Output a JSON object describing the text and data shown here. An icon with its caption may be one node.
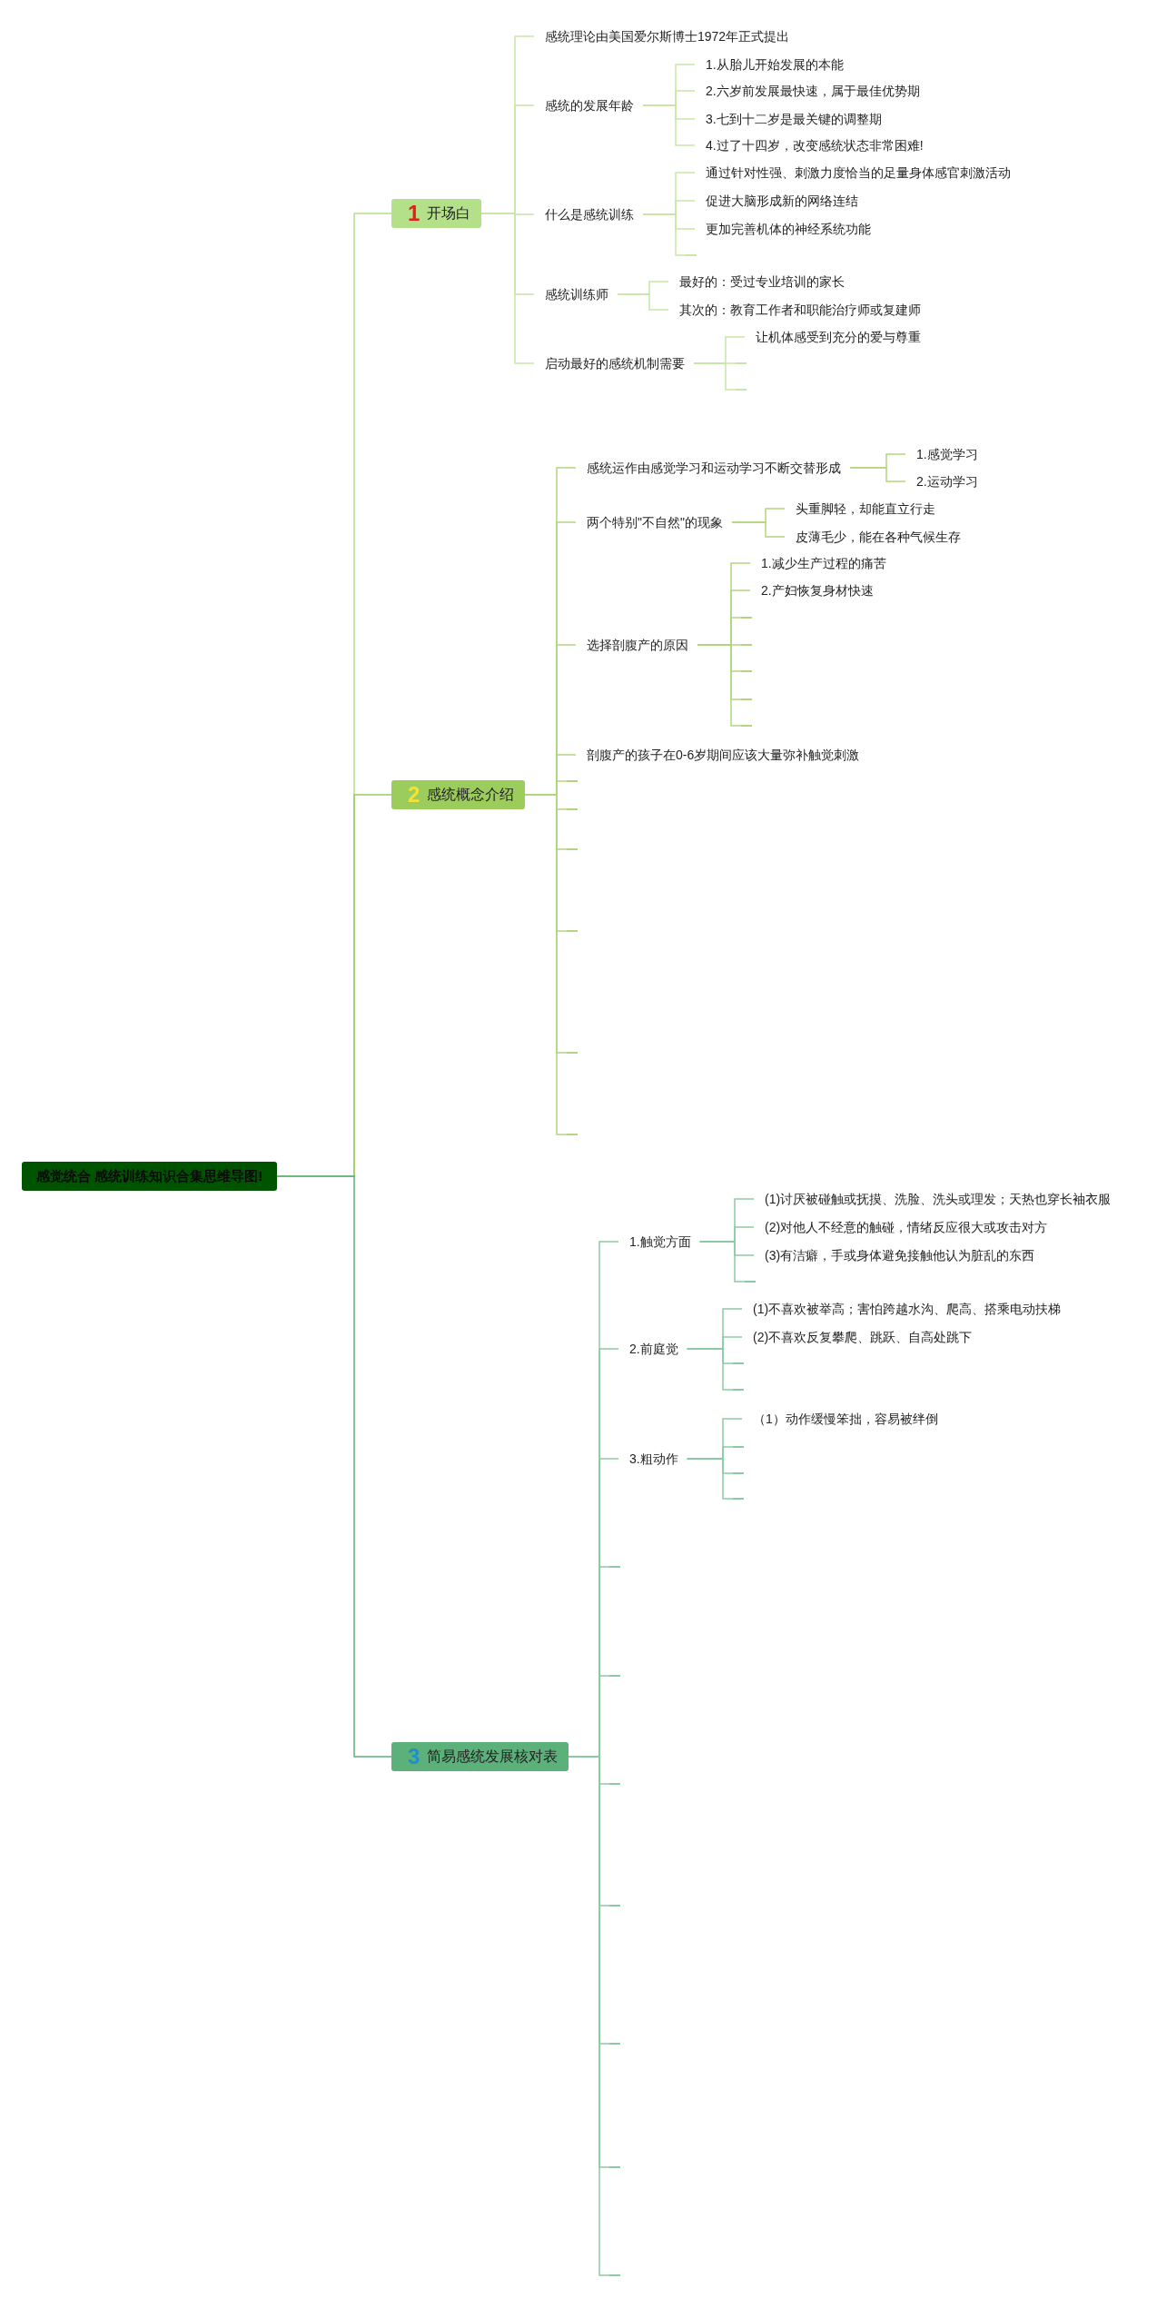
{
  "diagram": {
    "nodes": [
      {
        "text": [
          "感觉统合 感统训练知识合集思维导图!"
        ]
      },
      {
        "text": [
          "1",
          "开场白"
        ]
      },
      {
        "text": [
          "感统理论由美国爱尔斯博士1972年正式提出"
        ]
      },
      {
        "text": [
          "感统的发展年龄"
        ]
      },
      {
        "text": [
          "1.从胎儿开始发展的本能"
        ]
      },
      {
        "text": [
          "2.六岁前发展最快速，属于最佳优势期"
        ]
      },
      {
        "text": [
          "3.七到十二岁是最关键的调整期"
        ]
      },
      {
        "text": [
          "4.过了十四岁，改变感统状态非常困难!"
        ]
      },
      {
        "text": [
          "什么是感统训练"
        ]
      },
      {
        "text": [
          "通过针对性强、刺激力度恰当的足量身体感官刺激活动"
        ]
      },
      {
        "text": [
          "促进大脑形成新的网络连结"
        ]
      },
      {
        "text": [
          "更加完善机体的神经系统功能"
        ]
      },
      {
        "text": [
          "感统训练师"
        ]
      },
      {
        "text": [
          "最好的：受过专业培训的家长"
        ]
      },
      {
        "text": [
          "其次的：教育工作者和职能治疗师或复建师"
        ]
      },
      {
        "text": [
          "启动最好的感统机制需要"
        ]
      },
      {
        "text": [
          "让机体感受到充分的爱与尊重"
        ]
      },
      {
        "text": [
          "2",
          "感统概念介绍"
        ]
      },
      {
        "text": [
          "感统运作由感觉学习和运动学习不断交替形成"
        ]
      },
      {
        "text": [
          "1.感觉学习"
        ]
      },
      {
        "text": [
          "2.运动学习"
        ]
      },
      {
        "text": [
          "两个特别\"不自然\"的现象"
        ]
      },
      {
        "text": [
          "头重脚轻，却能直立行走"
        ]
      },
      {
        "text": [
          "皮薄毛少，能在各种气候生存"
        ]
      },
      {
        "text": [
          "选择剖腹产的原因"
        ]
      },
      {
        "text": [
          "1.减少生产过程的痛苦"
        ]
      },
      {
        "text": [
          "2.产妇恢复身材快速"
        ]
      },
      {
        "text": [
          "剖腹产的孩子在0-6岁期间应该大量弥补触觉刺激"
        ]
      },
      {
        "text": [
          "3",
          "简易感统发展核对表"
        ]
      },
      {
        "text": [
          "1.触觉方面"
        ]
      },
      {
        "text": [
          "(1)讨厌被碰触或抚摸、洗脸、洗头或理发；天热也穿长袖衣服"
        ]
      },
      {
        "text": [
          "(2)对他人不经意的触碰，情绪反应很大或攻击对方"
        ]
      },
      {
        "text": [
          "(3)有洁癖，手或身体避免接触他认为脏乱的东西"
        ]
      },
      {
        "text": [
          "2.前庭觉"
        ]
      },
      {
        "text": [
          "(1)不喜欢被举高；害怕跨越水沟、爬高、搭乘电动扶梯"
        ]
      },
      {
        "text": [
          "(2)不喜欢反复攀爬、跳跃、自高处跳下"
        ]
      },
      {
        "text": [
          "3.粗动作"
        ]
      },
      {
        "text": [
          "（1）动作缓慢笨拙，容易被绊倒"
        ]
      },
      {
        "text": [],
        "shape": "bar"
      },
      {
        "text": [],
        "shape": "bar"
      },
      {
        "text": [],
        "shape": "bar"
      },
      {
        "text": [],
        "shape": "bar"
      },
      {
        "text": [],
        "shape": "bar"
      },
      {
        "text": [],
        "shape": "bar"
      },
      {
        "text": [],
        "shape": "bar"
      },
      {
        "text": [],
        "shape": "bar"
      },
      {
        "text": [],
        "shape": "bar"
      },
      {
        "text": [],
        "shape": "bar"
      },
      {
        "text": [],
        "shape": "bar"
      },
      {
        "text": [],
        "shape": "bar"
      },
      {
        "text": [],
        "shape": "bar"
      },
      {
        "text": [],
        "shape": "bar"
      },
      {
        "text": [],
        "shape": "bar"
      },
      {
        "text": [],
        "shape": "bar"
      },
      {
        "text": [],
        "shape": "bar"
      },
      {
        "text": [],
        "shape": "bar"
      },
      {
        "text": [],
        "shape": "bar"
      },
      {
        "text": [],
        "shape": "bar"
      },
      {
        "text": [],
        "shape": "bar"
      },
      {
        "text": [],
        "shape": "bar"
      },
      {
        "text": [],
        "shape": "bar"
      },
      {
        "text": [],
        "shape": "bar"
      },
      {
        "text": [],
        "shape": "bar"
      },
      {
        "text": [],
        "shape": "bar"
      },
      {
        "text": [],
        "shape": "bar"
      }
    ],
    "edges": [
      {
        "from": 0,
        "to": 1,
        "arrow": "none",
        "color": "#b5df8a"
      },
      {
        "from": 0,
        "to": 17,
        "arrow": "none",
        "color": "#9ccc5c"
      },
      {
        "from": 0,
        "to": 28,
        "arrow": "none",
        "color": "#5fae7d"
      },
      {
        "from": 1,
        "to": 2,
        "arrow": "none",
        "color": "#c8e6a8"
      },
      {
        "from": 1,
        "to": 3,
        "arrow": "none",
        "color": "#c8e6a8"
      },
      {
        "from": 1,
        "to": 8,
        "arrow": "none",
        "color": "#c8e6a8"
      },
      {
        "from": 1,
        "to": 12,
        "arrow": "none",
        "color": "#c8e6a8"
      },
      {
        "from": 1,
        "to": 15,
        "arrow": "none",
        "color": "#c8e6a8"
      },
      {
        "from": 3,
        "to": 4,
        "arrow": "none",
        "color": "#c8e6a8"
      },
      {
        "from": 3,
        "to": 5,
        "arrow": "none",
        "color": "#c8e6a8"
      },
      {
        "from": 3,
        "to": 6,
        "arrow": "none",
        "color": "#c8e6a8"
      },
      {
        "from": 3,
        "to": 7,
        "arrow": "none",
        "color": "#c8e6a8"
      },
      {
        "from": 8,
        "to": 9,
        "arrow": "none",
        "color": "#c8e6a8"
      },
      {
        "from": 8,
        "to": 10,
        "arrow": "none",
        "color": "#c8e6a8"
      },
      {
        "from": 8,
        "to": 11,
        "arrow": "none",
        "color": "#c8e6a8"
      },
      {
        "from": 8,
        "to": 38,
        "arrow": "none",
        "color": "#c8e6a8"
      },
      {
        "from": 12,
        "to": 13,
        "arrow": "none",
        "color": "#c8e6a8"
      },
      {
        "from": 12,
        "to": 14,
        "arrow": "none",
        "color": "#c8e6a8"
      },
      {
        "from": 15,
        "to": 16,
        "arrow": "none",
        "color": "#c8e6a8"
      },
      {
        "from": 15,
        "to": 39,
        "arrow": "none",
        "color": "#c8e6a8"
      },
      {
        "from": 15,
        "to": 40,
        "arrow": "none",
        "color": "#c8e6a8"
      },
      {
        "from": 17,
        "to": 18,
        "arrow": "none",
        "color": "#b2d67f"
      },
      {
        "from": 17,
        "to": 21,
        "arrow": "none",
        "color": "#b2d67f"
      },
      {
        "from": 17,
        "to": 24,
        "arrow": "none",
        "color": "#b2d67f"
      },
      {
        "from": 17,
        "to": 27,
        "arrow": "none",
        "color": "#b2d67f"
      },
      {
        "from": 17,
        "to": 41,
        "arrow": "none",
        "color": "#b2d67f"
      },
      {
        "from": 17,
        "to": 42,
        "arrow": "none",
        "color": "#b2d67f"
      },
      {
        "from": 17,
        "to": 43,
        "arrow": "none",
        "color": "#b2d67f"
      },
      {
        "from": 17,
        "to": 44,
        "arrow": "none",
        "color": "#b2d67f"
      },
      {
        "from": 17,
        "to": 45,
        "arrow": "none",
        "color": "#b2d67f"
      },
      {
        "from": 17,
        "to": 46,
        "arrow": "none",
        "color": "#b2d67f"
      },
      {
        "from": 18,
        "to": 19,
        "arrow": "none",
        "color": "#b2d67f"
      },
      {
        "from": 18,
        "to": 20,
        "arrow": "none",
        "color": "#b2d67f"
      },
      {
        "from": 21,
        "to": 22,
        "arrow": "none",
        "color": "#b2d67f"
      },
      {
        "from": 21,
        "to": 23,
        "arrow": "none",
        "color": "#b2d67f"
      },
      {
        "from": 24,
        "to": 25,
        "arrow": "none",
        "color": "#b2d67f"
      },
      {
        "from": 24,
        "to": 26,
        "arrow": "none",
        "color": "#b2d67f"
      },
      {
        "from": 24,
        "to": 47,
        "arrow": "none",
        "color": "#b2d67f"
      },
      {
        "from": 24,
        "to": 48,
        "arrow": "none",
        "color": "#b2d67f"
      },
      {
        "from": 24,
        "to": 49,
        "arrow": "none",
        "color": "#b2d67f"
      },
      {
        "from": 24,
        "to": 50,
        "arrow": "none",
        "color": "#b2d67f"
      },
      {
        "from": 24,
        "to": 51,
        "arrow": "none",
        "color": "#b2d67f"
      },
      {
        "from": 28,
        "to": 29,
        "arrow": "none",
        "color": "#8ccaa2"
      },
      {
        "from": 28,
        "to": 33,
        "arrow": "none",
        "color": "#8ccaa2"
      },
      {
        "from": 28,
        "to": 36,
        "arrow": "none",
        "color": "#8ccaa2"
      },
      {
        "from": 28,
        "to": 52,
        "arrow": "none",
        "color": "#8ccaa2"
      },
      {
        "from": 28,
        "to": 53,
        "arrow": "none",
        "color": "#8ccaa2"
      },
      {
        "from": 28,
        "to": 54,
        "arrow": "none",
        "color": "#8ccaa2"
      },
      {
        "from": 28,
        "to": 55,
        "arrow": "none",
        "color": "#8ccaa2"
      },
      {
        "from": 28,
        "to": 56,
        "arrow": "none",
        "color": "#8ccaa2"
      },
      {
        "from": 28,
        "to": 57,
        "arrow": "none",
        "color": "#8ccaa2"
      },
      {
        "from": 28,
        "to": 58,
        "arrow": "none",
        "color": "#8ccaa2"
      },
      {
        "from": 29,
        "to": 30,
        "arrow": "none",
        "color": "#8ccaa2"
      },
      {
        "from": 29,
        "to": 31,
        "arrow": "none",
        "color": "#8ccaa2"
      },
      {
        "from": 29,
        "to": 32,
        "arrow": "none",
        "color": "#8ccaa2"
      },
      {
        "from": 29,
        "to": 59,
        "arrow": "none",
        "color": "#8ccaa2"
      },
      {
        "from": 33,
        "to": 34,
        "arrow": "none",
        "color": "#8ccaa2"
      },
      {
        "from": 33,
        "to": 35,
        "arrow": "none",
        "color": "#8ccaa2"
      },
      {
        "from": 33,
        "to": 60,
        "arrow": "none",
        "color": "#8ccaa2"
      },
      {
        "from": 33,
        "to": 61,
        "arrow": "none",
        "color": "#8ccaa2"
      },
      {
        "from": 36,
        "to": 37,
        "arrow": "none",
        "color": "#8ccaa2"
      },
      {
        "from": 36,
        "to": 62,
        "arrow": "none",
        "color": "#8ccaa2"
      },
      {
        "from": 36,
        "to": 63,
        "arrow": "none",
        "color": "#8ccaa2"
      },
      {
        "from": 36,
        "to": 64,
        "arrow": "none",
        "color": "#8ccaa2"
      }
    ]
  }
}
